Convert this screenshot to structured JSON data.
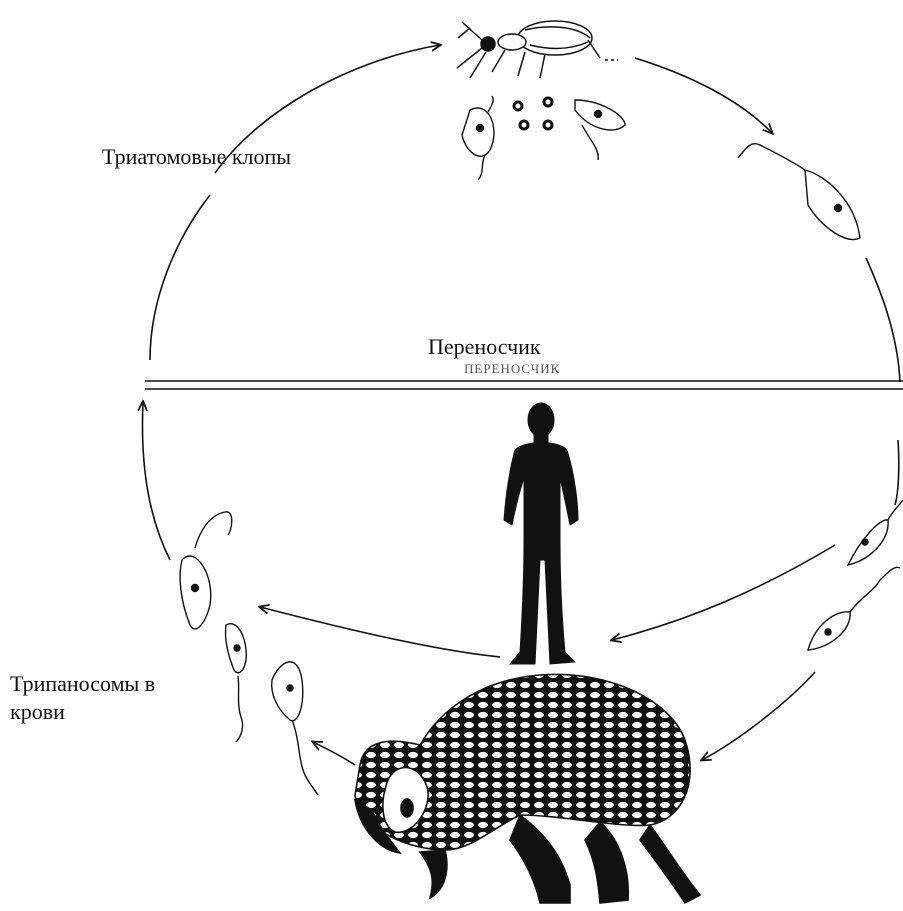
{
  "labels": {
    "vector_label": "Переносчик",
    "vector_faint": "ПЕРЕНОСЧИК",
    "bugs_label": "Триатомовые клопы",
    "trypanosomes_label": "Трипаносомы в крови"
  },
  "icons": [
    "triatomine-bug-icon",
    "trypanosome-icon",
    "human-silhouette-icon",
    "armadillo-icon",
    "cyst-icon"
  ],
  "colors": {
    "ink": "#111111",
    "paper": "#ffffff"
  }
}
